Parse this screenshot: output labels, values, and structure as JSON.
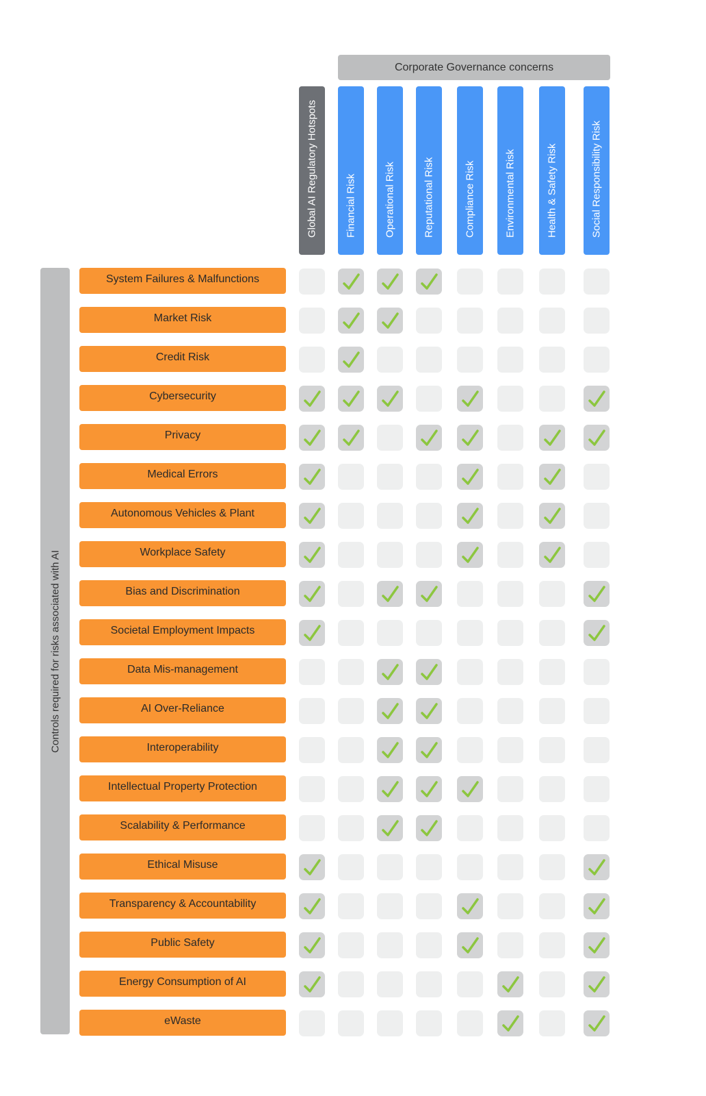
{
  "group_header": "Corporate Governance concerns",
  "side_label": "Controls required for risks associated with AI",
  "colors": {
    "accent_blue": "#4a97f7",
    "hotspot_gray": "#6d7075",
    "row_orange": "#f99533",
    "check_green": "#8cc63f"
  },
  "columns": [
    {
      "label": "Global AI Regulatory Hotspots",
      "kind": "hotspot"
    },
    {
      "label": "Financial Risk",
      "kind": "governance"
    },
    {
      "label": "Operational Risk",
      "kind": "governance"
    },
    {
      "label": "Reputational Risk",
      "kind": "governance"
    },
    {
      "label": "Compliance Risk",
      "kind": "governance"
    },
    {
      "label": "Environmental Risk",
      "kind": "governance"
    },
    {
      "label": "Health & Safety Risk",
      "kind": "governance"
    },
    {
      "label": "Social Responsibility Risk",
      "kind": "governance"
    }
  ],
  "rows": [
    {
      "label": "System Failures & Malfunctions",
      "checks": [
        0,
        1,
        1,
        1,
        0,
        0,
        0,
        0
      ]
    },
    {
      "label": "Market Risk",
      "checks": [
        0,
        1,
        1,
        0,
        0,
        0,
        0,
        0
      ]
    },
    {
      "label": "Credit Risk",
      "checks": [
        0,
        1,
        0,
        0,
        0,
        0,
        0,
        0
      ]
    },
    {
      "label": "Cybersecurity",
      "checks": [
        1,
        1,
        1,
        0,
        1,
        0,
        0,
        1
      ]
    },
    {
      "label": "Privacy",
      "checks": [
        1,
        1,
        0,
        1,
        1,
        0,
        1,
        1
      ]
    },
    {
      "label": "Medical Errors",
      "checks": [
        1,
        0,
        0,
        0,
        1,
        0,
        1,
        0
      ]
    },
    {
      "label": "Autonomous Vehicles & Plant",
      "checks": [
        1,
        0,
        0,
        0,
        1,
        0,
        1,
        0
      ]
    },
    {
      "label": "Workplace Safety",
      "checks": [
        1,
        0,
        0,
        0,
        1,
        0,
        1,
        0
      ]
    },
    {
      "label": "Bias and Discrimination",
      "checks": [
        1,
        0,
        1,
        1,
        0,
        0,
        0,
        1
      ]
    },
    {
      "label": "Societal Employment Impacts",
      "checks": [
        1,
        0,
        0,
        0,
        0,
        0,
        0,
        1
      ]
    },
    {
      "label": "Data Mis-management",
      "checks": [
        0,
        0,
        1,
        1,
        0,
        0,
        0,
        0
      ]
    },
    {
      "label": "AI Over-Reliance",
      "checks": [
        0,
        0,
        1,
        1,
        0,
        0,
        0,
        0
      ]
    },
    {
      "label": "Interoperability",
      "checks": [
        0,
        0,
        1,
        1,
        0,
        0,
        0,
        0
      ]
    },
    {
      "label": "Intellectual Property Protection",
      "checks": [
        0,
        0,
        1,
        1,
        1,
        0,
        0,
        0
      ]
    },
    {
      "label": "Scalability & Performance",
      "checks": [
        0,
        0,
        1,
        1,
        0,
        0,
        0,
        0
      ]
    },
    {
      "label": "Ethical Misuse",
      "checks": [
        1,
        0,
        0,
        0,
        0,
        0,
        0,
        1
      ]
    },
    {
      "label": "Transparency & Accountability",
      "checks": [
        1,
        0,
        0,
        0,
        1,
        0,
        0,
        1
      ]
    },
    {
      "label": "Public Safety",
      "checks": [
        1,
        0,
        0,
        0,
        1,
        0,
        0,
        1
      ]
    },
    {
      "label": "Energy Consumption of AI",
      "checks": [
        1,
        0,
        0,
        0,
        0,
        1,
        0,
        1
      ]
    },
    {
      "label": "eWaste",
      "checks": [
        0,
        0,
        0,
        0,
        0,
        1,
        0,
        1
      ]
    }
  ]
}
